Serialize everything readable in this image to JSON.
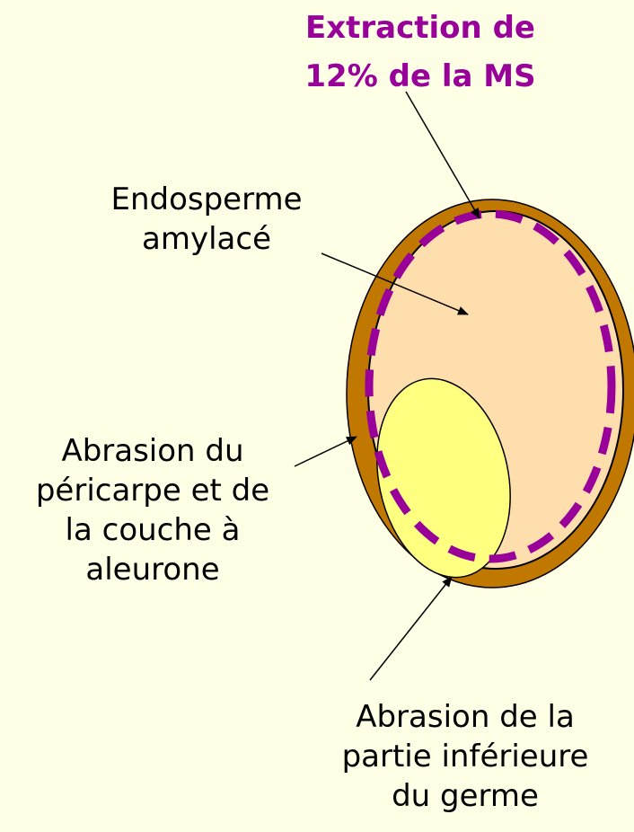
{
  "background_color": "#ffffe5",
  "colors": {
    "pericarp_layer": "#c07800",
    "endosperm": "#ffdead",
    "germ": "#ffff80",
    "extraction_dashed_line": "#990099",
    "label_text": "#000000",
    "highlight_text": "#990099"
  },
  "labels": {
    "extraction": "Extraction de\n12% de la MS",
    "endosperme": "Endosperme\namylacé",
    "pericarpe": "Abrasion du\npéricarpe et de\nla couche à\naleurone",
    "germe": "Abrasion de la\npartie inférieure\ndu germe"
  }
}
